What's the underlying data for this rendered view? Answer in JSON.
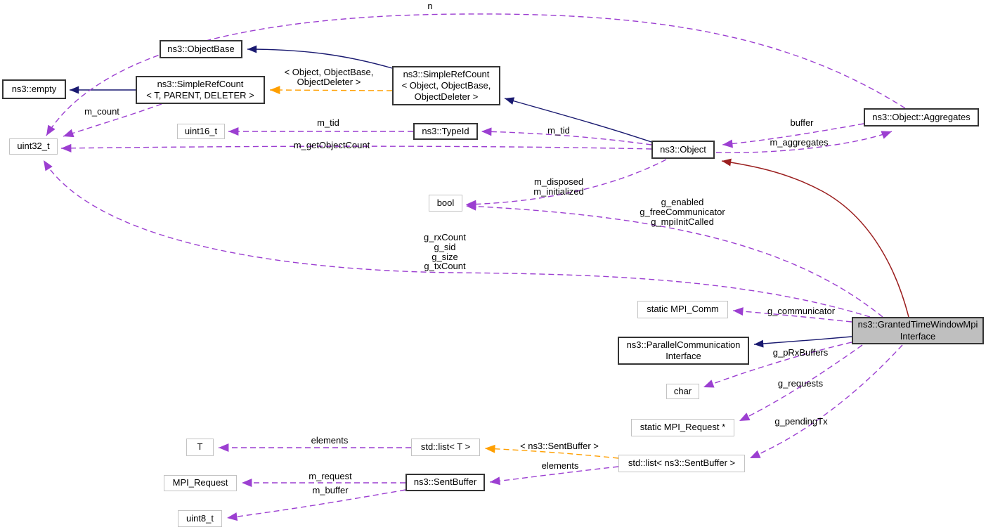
{
  "diagram": {
    "kind": "doxygen-collaboration-graph",
    "colors": {
      "inheritance_edge": "#191970",
      "private_inheritance_edge": "#9b1f1f",
      "usage_edge": "#9c3fd1",
      "template_edge": "#ff9f00",
      "class_border": "#343434",
      "type_border": "#c3c3c3",
      "main_node_fill": "#bfbfbf",
      "background": "#ffffff"
    },
    "nodes": {
      "empty": {
        "label": "ns3::empty"
      },
      "simpleref_t": {
        "label": "ns3::SimpleRefCount\n< T, PARENT, DELETER >"
      },
      "objectbase": {
        "label": "ns3::ObjectBase"
      },
      "simpleref_obj": {
        "label": "ns3::SimpleRefCount\n< Object, ObjectBase,\nObjectDeleter >"
      },
      "uint32": {
        "label": "uint32_t"
      },
      "uint16": {
        "label": "uint16_t"
      },
      "typeid": {
        "label": "ns3::TypeId"
      },
      "object": {
        "label": "ns3::Object"
      },
      "aggregates": {
        "label": "ns3::Object::Aggregates"
      },
      "bool": {
        "label": "bool"
      },
      "mpicomm": {
        "label": "static MPI_Comm"
      },
      "parallel": {
        "label": "ns3::ParallelCommunication\nInterface"
      },
      "char": {
        "label": "char"
      },
      "mpireqptr": {
        "label": "static MPI_Request *"
      },
      "listsent": {
        "label": "std::list< ns3::SentBuffer >"
      },
      "listt": {
        "label": "std::list< T >"
      },
      "t": {
        "label": "T"
      },
      "sentbuffer": {
        "label": "ns3::SentBuffer"
      },
      "mpirequest": {
        "label": "MPI_Request"
      },
      "uint8": {
        "label": "uint8_t"
      },
      "main": {
        "label": "ns3::GrantedTimeWindowMpi\nInterface"
      }
    },
    "edge_labels": {
      "n": "n",
      "m_count": "m_count",
      "template_object": "< Object, ObjectBase,\nObjectDeleter >",
      "m_tid_left": "m_tid",
      "m_tid_right": "m_tid",
      "m_getobjectcount": "m_getObjectCount",
      "buffer": "buffer",
      "m_aggregates": "m_aggregates",
      "m_disposed": "m_disposed\nm_initialized",
      "g_enabled": "g_enabled\ng_freeCommunicator\ng_mpiInitCalled",
      "g_rx": "g_rxCount\ng_sid\ng_size\ng_txCount",
      "g_communicator": "g_communicator",
      "g_prxbuffers": "g_pRxBuffers",
      "g_requests": "g_requests",
      "g_pendingtx": "g_pendingTx",
      "elements_list_t": "elements",
      "template_sentbuffer": "< ns3::SentBuffer >",
      "elements_sentbuffer": "elements",
      "m_request": "m_request",
      "m_buffer": "m_buffer"
    }
  }
}
